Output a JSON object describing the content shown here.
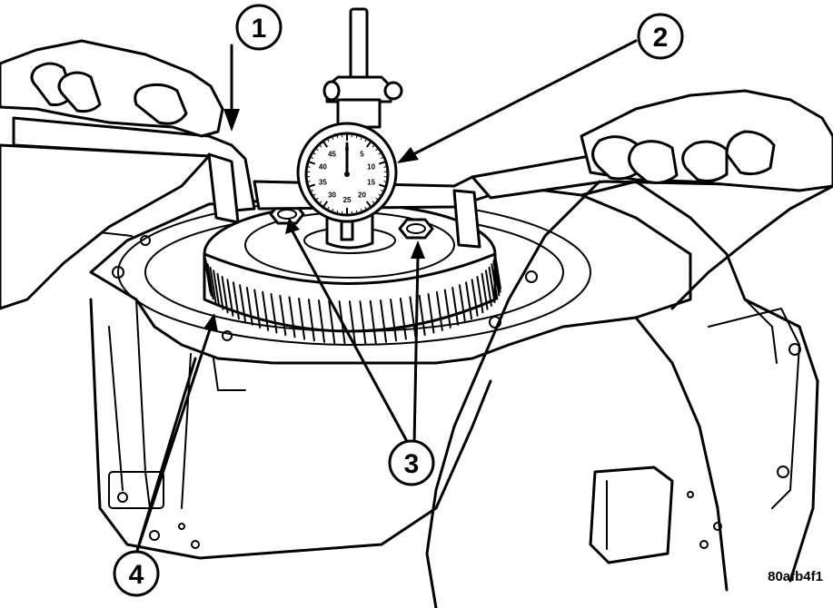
{
  "callouts": [
    {
      "id": "1",
      "label": "1"
    },
    {
      "id": "2",
      "label": "2"
    },
    {
      "id": "3",
      "label": "3"
    },
    {
      "id": "4",
      "label": "4"
    }
  ],
  "figure_code": "80afb4f1",
  "dial": {
    "numbers": [
      "0",
      "5",
      "10",
      "15",
      "20",
      "25",
      "30",
      "35",
      "40",
      "45"
    ]
  },
  "colors": {
    "ink": "#000000",
    "paper": "#ffffff"
  }
}
